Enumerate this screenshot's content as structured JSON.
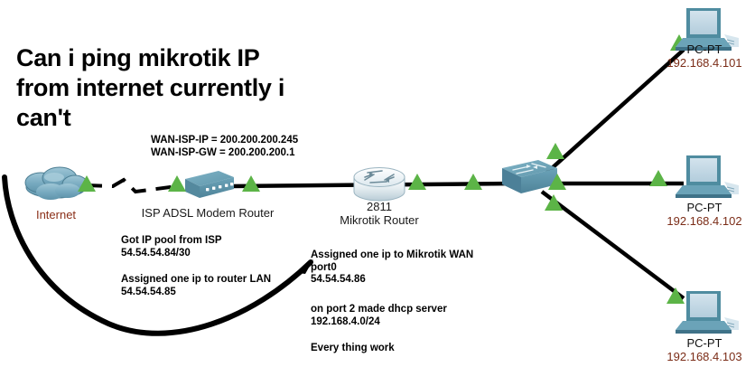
{
  "headline": {
    "line1": "Can i ping mikrotik IP",
    "line2": "from internet currently i",
    "line3": "can't",
    "full": "Can i ping mikrotik IP from internet currently i can't"
  },
  "wan_note": {
    "line1": "WAN-ISP-IP = 200.200.200.245",
    "line2": "WAN-ISP-GW = 200.200.200.1"
  },
  "isp_note": {
    "line1": "Got IP pool from ISP",
    "line2": "54.54.54.84/30",
    "line3": "Assigned one ip to router LAN",
    "line4": "54.54.54.85"
  },
  "mikrotik_note": {
    "line1": "Assigned one ip to Mikrotik WAN",
    "line2": "port0",
    "line3": "54.54.54.86",
    "line4": "on port 2 made dhcp server",
    "line5": "192.168.4.0/24",
    "line6": "Every thing work"
  },
  "devices": {
    "cloud": {
      "label": "Internet",
      "icon": "cloud-icon"
    },
    "modem": {
      "label": "ISP ADSL Modem Router",
      "icon": "modem-icon"
    },
    "router": {
      "model": "2811",
      "label": "Mikrotik Router",
      "icon": "router-icon"
    },
    "switch": {
      "label": "",
      "icon": "switch-icon"
    }
  },
  "hosts": [
    {
      "name": "PC-PT",
      "ip": "192.168.4.101",
      "icon": "pc-icon"
    },
    {
      "name": "PC-PT",
      "ip": "192.168.4.102",
      "icon": "pc-icon"
    },
    {
      "name": "PC-PT",
      "ip": "192.168.4.103",
      "icon": "pc-icon"
    }
  ],
  "colors": {
    "link_green": "#5cb447",
    "device_teal": "#5b93a8",
    "device_teal_dark": "#3d7287",
    "cloud_blue": "#72a7bd",
    "link_black": "#000000",
    "ip_maroon": "#7b2c17",
    "screen_blue": "#c3d7e4"
  }
}
